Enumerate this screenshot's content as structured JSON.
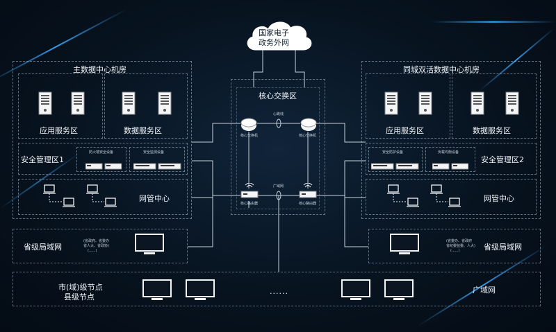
{
  "cloud": {
    "line1": "国家电子",
    "line2": "政务外网"
  },
  "main_dc": {
    "title": "主数据中心机房",
    "app_zone": "应用服务区",
    "data_zone": "数据服务区",
    "security_zone": "安全管理区1",
    "sec_device_a": "防火墙安全设备",
    "sec_device_b": "安全监测设备",
    "nms": "网管中心"
  },
  "backup_dc": {
    "title": "同城双活数据中心机房",
    "app_zone": "应用服务区",
    "data_zone": "数据服务区",
    "security_zone": "安全管理区2",
    "sec_device_a": "安全防护设备",
    "sec_device_b": "负载均衡设备",
    "nms": "网管中心"
  },
  "core": {
    "title": "核心交换区",
    "top_link": "心跳线",
    "mid_link": "广域网",
    "switch_left": "核心交换机",
    "switch_right": "核心交换机",
    "router_left": "核心路由器",
    "router_right": "核心路由器"
  },
  "province_left": {
    "label": "省级局域网",
    "note1": "(省政府、省委办",
    "note2": "省人大、省政协)",
    "note3": "(......)"
  },
  "province_right": {
    "label": "省级局域网",
    "note1": "(省委办、省政府",
    "note2": "省纪委监委、人大)",
    "note3": "(......)"
  },
  "wan": {
    "label_line1": "市(域)级节点",
    "label_line2": "县级节点",
    "dots": "......",
    "label": "广域网"
  },
  "colors": {
    "accent": "#2f9bff",
    "line": "#c8d2dc",
    "background": "#07131f"
  }
}
